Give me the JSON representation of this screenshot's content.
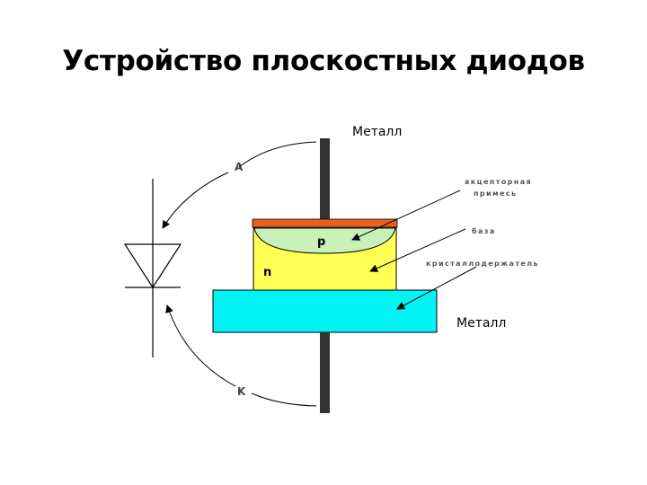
{
  "title": "Устройство плоскостных диодов",
  "labels": {
    "metal_top": "Металл",
    "metal_bottom": "Металл",
    "acceptor_line1": "акцепторная",
    "acceptor_line2": "примесь",
    "base": "база",
    "crystal_holder": "кристаллодержатель",
    "p_region": "p",
    "n_region": "n",
    "anode": "A",
    "cathode": "K"
  },
  "colors": {
    "top_electrode": "#e8601c",
    "p_region": "#c8f0b8",
    "n_region": "#ffff55",
    "crystal_holder": "#00f4f4",
    "lead": "#333333",
    "outline": "#000000"
  }
}
